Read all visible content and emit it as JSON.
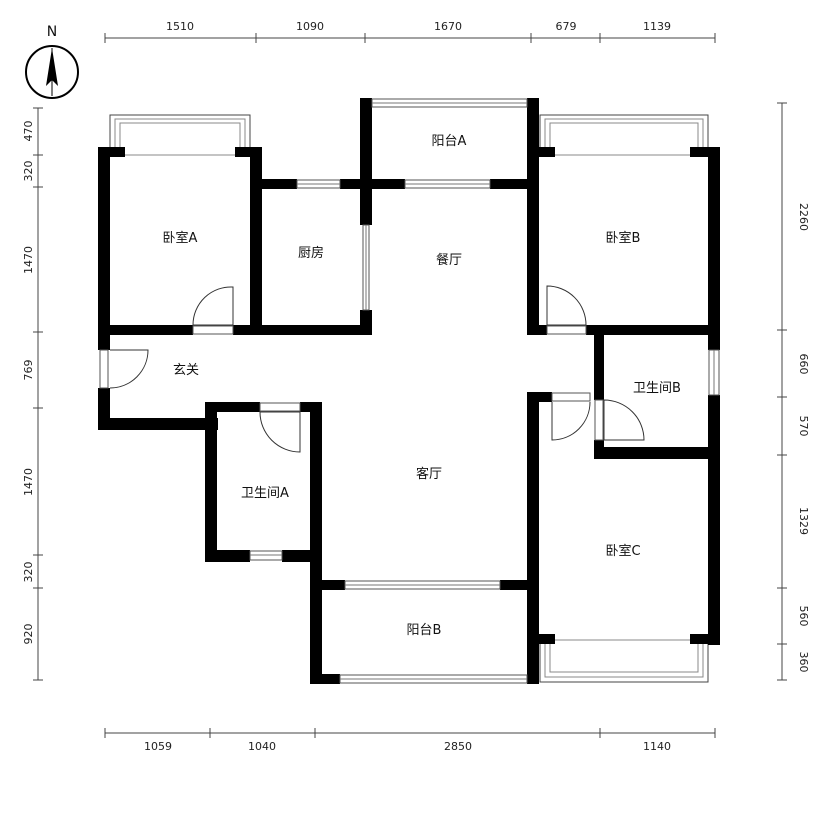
{
  "north_label": "N",
  "rooms": {
    "bedroom_a": "卧室A",
    "kitchen": "厨房",
    "balcony_a": "阳台A",
    "dining": "餐厅",
    "bedroom_b": "卧室B",
    "entrance": "玄关",
    "bath_b": "卫生间B",
    "bath_a": "卫生间A",
    "living": "客厅",
    "bedroom_c": "卧室C",
    "balcony_b": "阳台B"
  },
  "dimensions": {
    "top": [
      "1510",
      "1090",
      "1670",
      "679",
      "1139"
    ],
    "bottom": [
      "1059",
      "1040",
      "2850",
      "1140"
    ],
    "left": [
      "470",
      "320",
      "1470",
      "769",
      "1470",
      "320",
      "920"
    ],
    "right": [
      "2260",
      "660",
      "570",
      "1329",
      "560",
      "360"
    ]
  }
}
